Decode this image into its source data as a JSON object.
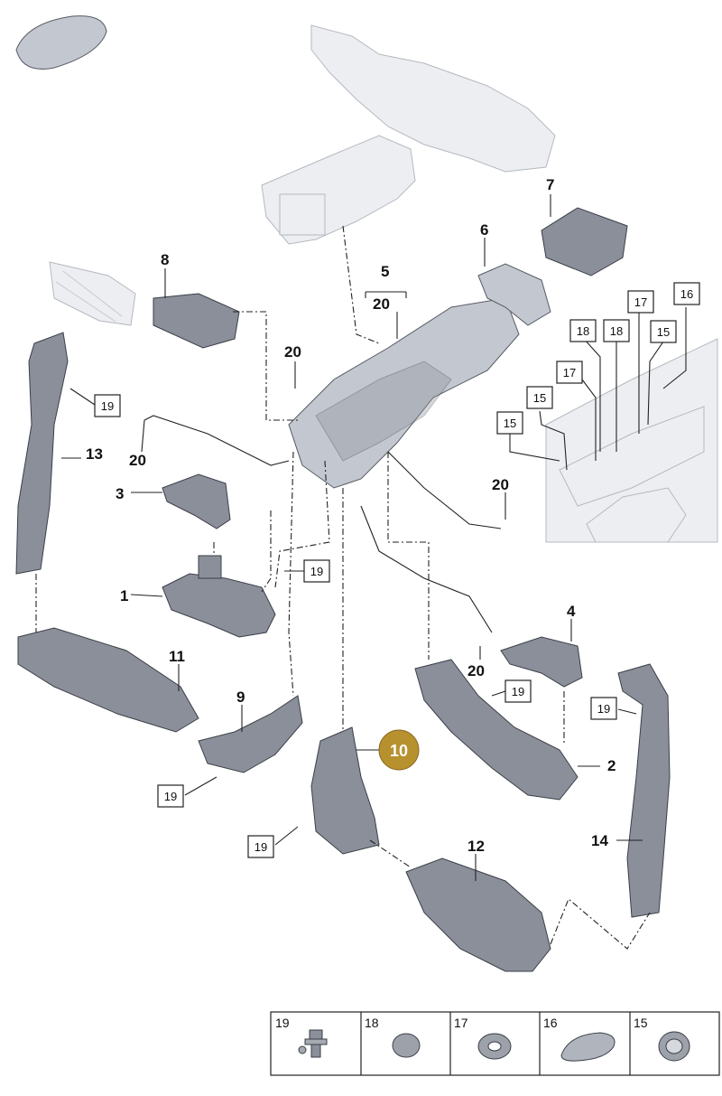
{
  "callouts": {
    "p1": "1",
    "p2": "2",
    "p3": "3",
    "p4": "4",
    "p5": "5",
    "p6": "6",
    "p7": "7",
    "p8": "8",
    "p9": "9",
    "p10": "10",
    "p11": "11",
    "p12": "12",
    "p13": "13",
    "p14": "14",
    "p20a": "20",
    "p20b": "20",
    "p20c": "20",
    "p20d": "20",
    "p20e": "20"
  },
  "boxed": {
    "b19a": "19",
    "b19b": "19",
    "b19c": "19",
    "b19d": "19",
    "b19e": "19",
    "b19f": "19",
    "b18a": "18",
    "b18b": "18",
    "b17a": "17",
    "b17b": "17",
    "b16": "16",
    "b15a": "15",
    "b15b": "15",
    "b15c": "15"
  },
  "highlighted_part": "10",
  "legend": [
    "19",
    "18",
    "17",
    "16",
    "15"
  ],
  "colors": {
    "highlight": "#b8912f",
    "part": "#8a8f99",
    "ghost": "#eceef1"
  }
}
